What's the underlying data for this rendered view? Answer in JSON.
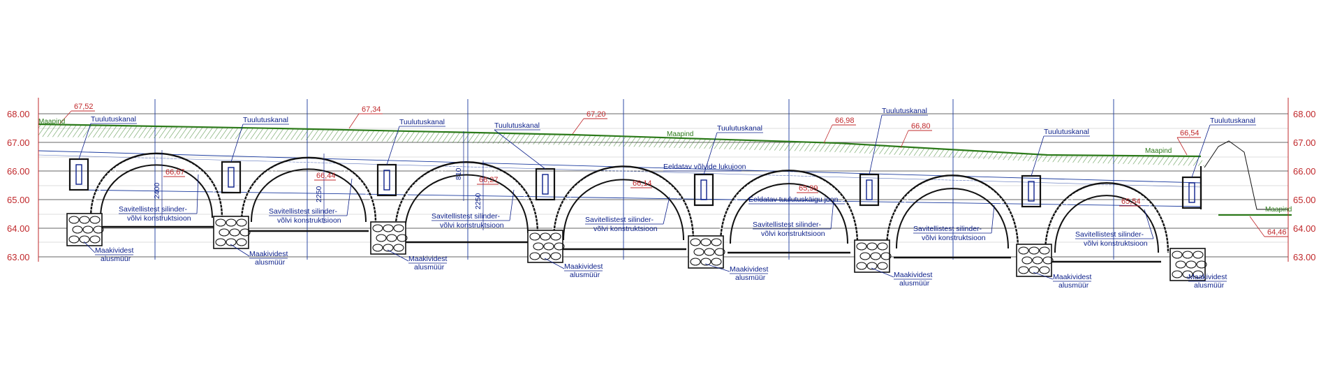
{
  "axis": {
    "left_ticks": [
      "68.00",
      "67.00",
      "66.00",
      "65.00",
      "64.00",
      "63.00"
    ],
    "right_ticks": [
      "68.00",
      "67.00",
      "66.00",
      "65.00",
      "64.00",
      "63.00"
    ]
  },
  "ground_label": "Maapind",
  "vent_label": "Tuulutuskanal",
  "wall_label_line1": "Maakividest",
  "wall_label_line2": "alusmüür",
  "vault_label_line1": "Savitellistest silinder-",
  "vault_label_line2": "võlvi konstruktsioon",
  "vault_line_label": "Eeldatav võlvide lukujoon",
  "vent_line_label": "Eeldatav tuulutuskäigu joon",
  "dimensions": [
    "2400",
    "2250",
    "810",
    "2250"
  ],
  "ground_elevations": [
    "67,52",
    "67,34",
    "67,20",
    "66,98",
    "66,80",
    "66,54",
    "64,46"
  ],
  "crown_elevations": [
    "66,67",
    "66,44",
    "66,27",
    "66,14",
    "65,99",
    "65,54"
  ],
  "colors": {
    "elevation": "#c0282b",
    "ground": "#2c7a1a",
    "structure": "#111111",
    "annotation": "#0b1f8a",
    "grid": "#1a3a9e"
  }
}
